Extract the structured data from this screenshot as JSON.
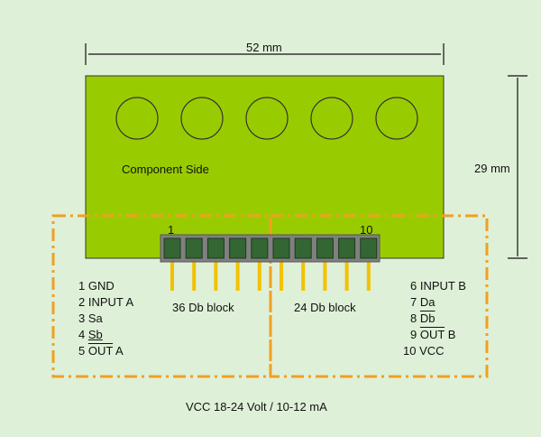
{
  "dimensions": {
    "width_label": "52 mm",
    "height_label": "29 mm"
  },
  "board": {
    "side_label": "Component Side",
    "fill_color": "#99cc00",
    "led_count": 5
  },
  "connector": {
    "pin_count": 10,
    "first_pin_label": "1",
    "last_pin_label": "10",
    "body_color": "#808080",
    "pin_color": "#336633",
    "lead_color": "#f2c200"
  },
  "blocks": {
    "left_label": "36 Db block",
    "right_label": "24 Db block",
    "outline_color": "#f0a020"
  },
  "pins_left": [
    {
      "num": "1",
      "text": "GND"
    },
    {
      "num": "2",
      "text": "INPUT A"
    },
    {
      "num": "3",
      "text": "Sa"
    },
    {
      "num": "4",
      "text": "Sb"
    },
    {
      "num": "5",
      "text_over": "OUT",
      "text_rest": "A"
    }
  ],
  "pins_right": [
    {
      "num": "6",
      "text": "INPUT B"
    },
    {
      "num": "7",
      "text": "Da"
    },
    {
      "num": "8",
      "text": "Db"
    },
    {
      "num": "9",
      "text_over": "OUT",
      "text_rest": "B"
    },
    {
      "num": "10",
      "text": "VCC"
    }
  ],
  "supply": {
    "label": "VCC 18-24 Volt / 10-12 mA"
  }
}
